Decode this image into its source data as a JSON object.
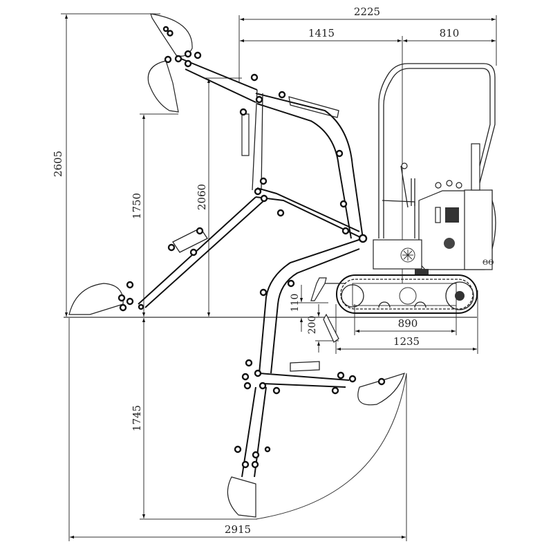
{
  "diagram": {
    "title": "Mini excavator working range dimensions",
    "units": "mm",
    "dimensions": {
      "overall_length": "2225",
      "front_to_slew_center": "1415",
      "tail_length": "810",
      "max_digging_height": "2605",
      "max_dumping_height": "1750",
      "boom_pivot_height": "2060",
      "max_digging_depth": "1745",
      "max_digging_reach": "2915",
      "blade_lift_height": "110",
      "blade_drop_depth": "200",
      "track_tumbler_distance": "890",
      "track_length": "1235"
    }
  }
}
